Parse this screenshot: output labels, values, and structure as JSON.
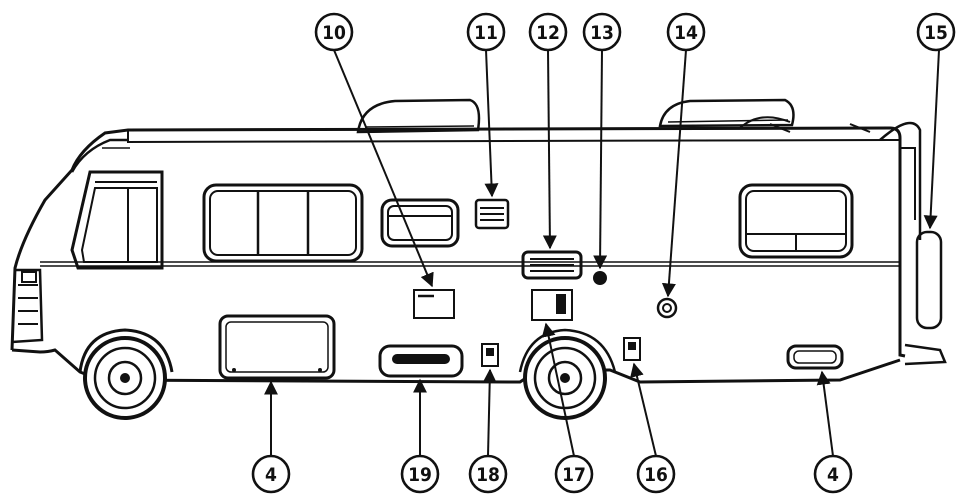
{
  "diagram": {
    "subject": "motorhome-exterior-left-side",
    "line_color": "#111111",
    "background": "#ffffff",
    "callouts": [
      {
        "id": "c10",
        "label": "10"
      },
      {
        "id": "c11",
        "label": "11"
      },
      {
        "id": "c12",
        "label": "12"
      },
      {
        "id": "c13",
        "label": "13"
      },
      {
        "id": "c14",
        "label": "14"
      },
      {
        "id": "c15",
        "label": "15"
      },
      {
        "id": "c4a",
        "label": "4"
      },
      {
        "id": "c19",
        "label": "19"
      },
      {
        "id": "c18",
        "label": "18"
      },
      {
        "id": "c17",
        "label": "17"
      },
      {
        "id": "c16",
        "label": "16"
      },
      {
        "id": "c4b",
        "label": "4"
      }
    ]
  }
}
